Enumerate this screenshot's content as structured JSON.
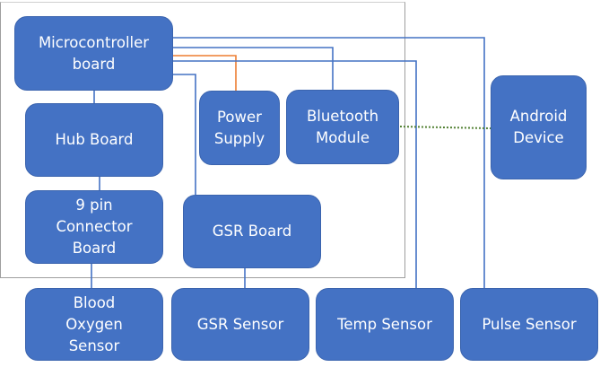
{
  "diagram": {
    "title": "",
    "colors": {
      "node_fill": "#4472c4",
      "node_text": "#ffffff",
      "data_link": "#4472c4",
      "power_link": "#ed7d31",
      "wireless_link": "#548235"
    },
    "nodes": {
      "microcontroller": "Microcontroller\nboard",
      "hub_board": "Hub Board",
      "power_supply": "Power\nSupply",
      "bluetooth_module": "Bluetooth\nModule",
      "android_device": "Android\nDevice",
      "connector_board": "9 pin\nConnector\nBoard",
      "gsr_board": "GSR Board",
      "blood_oxygen_sensor": "Blood\nOxygen\nSensor",
      "gsr_sensor": "GSR Sensor",
      "temp_sensor": "Temp Sensor",
      "pulse_sensor": "Pulse Sensor"
    },
    "edges": [
      {
        "from": "microcontroller",
        "to": "pulse_sensor",
        "type": "wired"
      },
      {
        "from": "microcontroller",
        "to": "bluetooth_module",
        "type": "wired"
      },
      {
        "from": "microcontroller",
        "to": "power_supply",
        "type": "power"
      },
      {
        "from": "microcontroller",
        "to": "temp_sensor",
        "type": "wired"
      },
      {
        "from": "microcontroller",
        "to": "gsr_board",
        "type": "wired"
      },
      {
        "from": "microcontroller",
        "to": "hub_board",
        "type": "wired"
      },
      {
        "from": "hub_board",
        "to": "connector_board",
        "type": "wired"
      },
      {
        "from": "connector_board",
        "to": "blood_oxygen_sensor",
        "type": "wired"
      },
      {
        "from": "gsr_board",
        "to": "gsr_sensor",
        "type": "wired"
      },
      {
        "from": "bluetooth_module",
        "to": "android_device",
        "type": "wireless"
      }
    ]
  }
}
